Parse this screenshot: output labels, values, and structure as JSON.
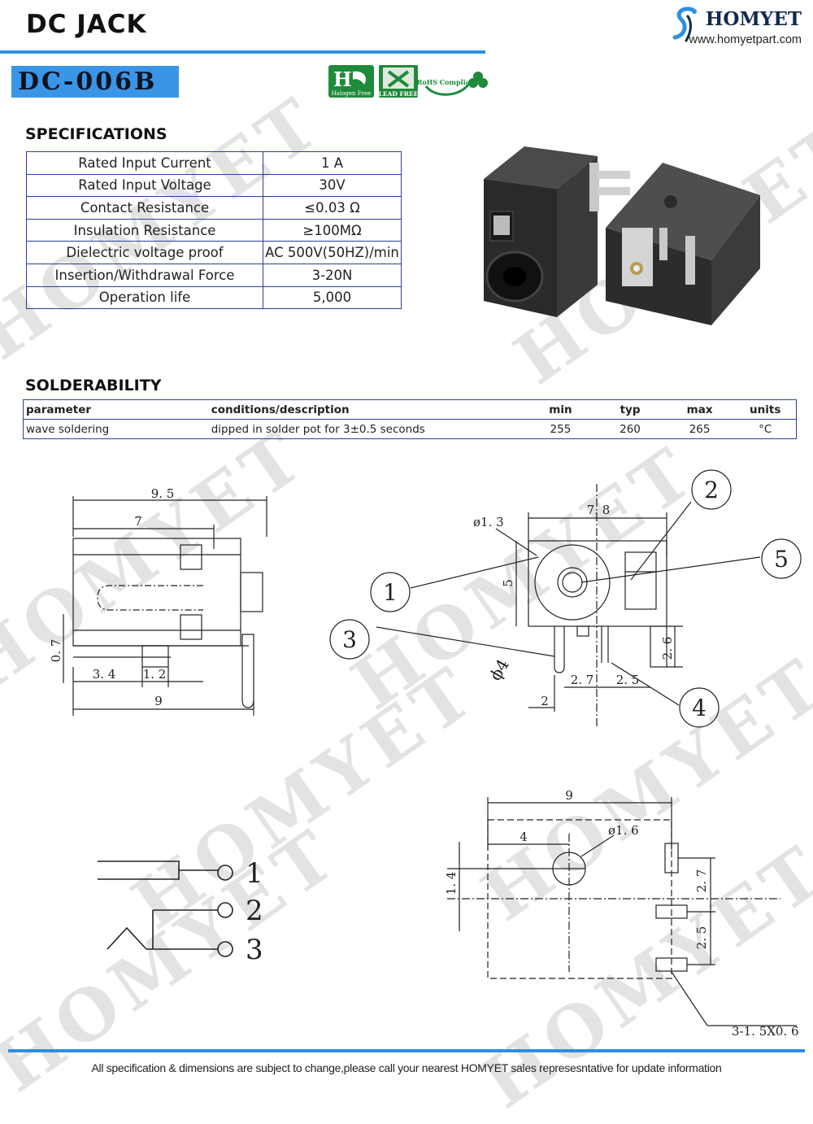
{
  "header": {
    "title": "DC  JACK",
    "brand_name": "HOMYET",
    "brand_url": "www.homyetpart.com",
    "part_number": "DC-006B",
    "accent_color": "#2e8fe0"
  },
  "certifications": [
    {
      "icon": "halogen-free-icon",
      "label": "Halogen Free"
    },
    {
      "icon": "lead-free-icon",
      "label": "LEAD FREE"
    },
    {
      "icon": "rohs-icon",
      "label": "RoHS Compliant"
    }
  ],
  "watermark": "HOMYET",
  "specifications": {
    "title": "SPECIFICATIONS",
    "rows": [
      {
        "label": "Rated Input Current",
        "value": "1 A"
      },
      {
        "label": "Rated Input Voltage",
        "value": "30V"
      },
      {
        "label": "Contact Resistance",
        "value": "≤0.03 Ω"
      },
      {
        "label": "Insulation Resistance",
        "value": "≥100MΩ"
      },
      {
        "label": "Dielectric voltage proof",
        "value": "AC 500V(50HZ)/min"
      },
      {
        "label": "Insertion/Withdrawal Force",
        "value": "3-20N"
      },
      {
        "label": "Operation life",
        "value": "5,000"
      }
    ]
  },
  "solderability": {
    "title": "SOLDERABILITY",
    "headers": [
      "parameter",
      "conditions/description",
      "min",
      "typ",
      "max",
      "units"
    ],
    "rows": [
      [
        "wave soldering",
        "dipped in solder pot for  3±0.5 seconds",
        "255",
        "260",
        "265",
        "°C"
      ]
    ]
  },
  "drawings": {
    "side_view": {
      "dims": [
        "9. 5",
        "7",
        "0. 7",
        "3. 4",
        "1. 2",
        "9"
      ]
    },
    "front_view": {
      "dims": [
        "ø1. 3",
        "7. 8",
        "5",
        "ϕ4",
        "2. 7",
        "2. 5",
        "2. 6",
        "2"
      ],
      "callouts": [
        "1",
        "2",
        "3",
        "4",
        "5"
      ]
    },
    "schematic": {
      "pins": [
        "1",
        "2",
        "3"
      ]
    },
    "pcb_layout": {
      "dims": [
        "9",
        "4",
        "ø1. 6",
        "1. 4",
        "2. 7",
        "2. 5",
        "3-1. 5X0. 6"
      ]
    }
  },
  "footer": {
    "note": "All specification & dimensions are subject to change,please call your nearest HOMYET sales represesntative for update information"
  }
}
